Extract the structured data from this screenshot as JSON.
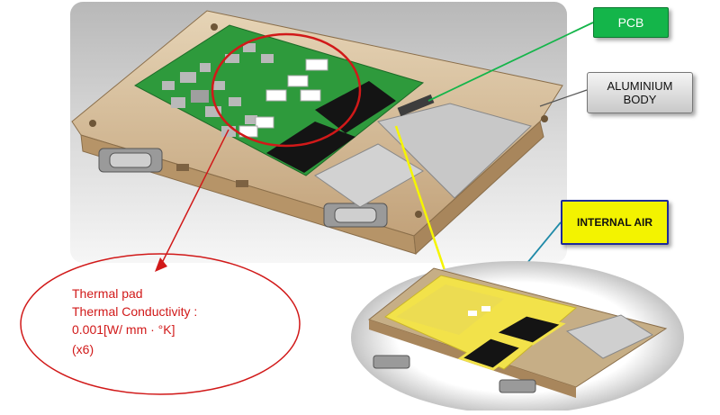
{
  "labels": {
    "pcb": "PCB",
    "aluminium_line1": "ALUMINIUM",
    "aluminium_line2": "BODY",
    "internal_air": "INTERNAL AIR"
  },
  "thermal_pad": {
    "title": "Thermal pad",
    "conductivity_label": "Thermal Conductivity :",
    "conductivity_value": "0.001[W/ mm · °K]",
    "count": "(x6)"
  },
  "colors": {
    "pcb_label": "#14b54a",
    "internal_air_label": "#f3f300",
    "callout_red": "#d11919",
    "yellow_leader": "#f5f500",
    "aluminium": "#d9c3a0",
    "board_green": "#2e9a3c"
  }
}
